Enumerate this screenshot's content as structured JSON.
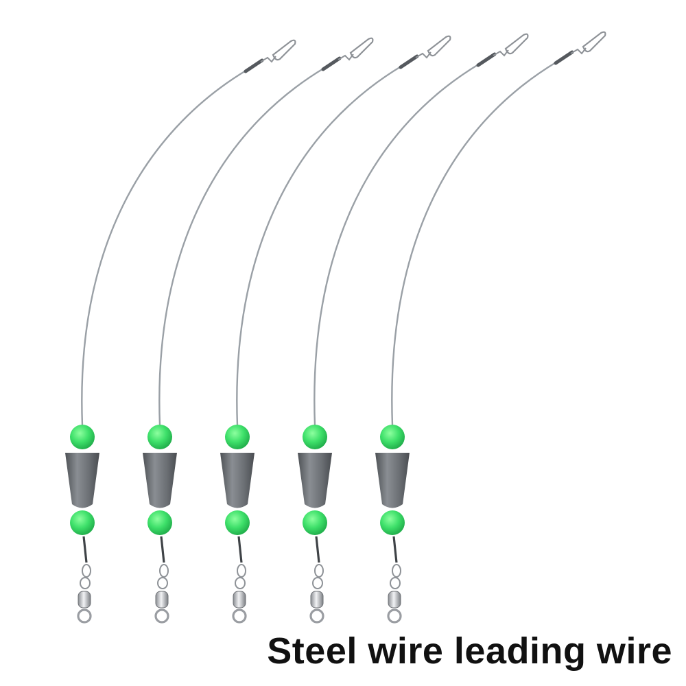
{
  "caption": "Steel wire leading wire",
  "rig_count": 5,
  "colors": {
    "background": "#ffffff",
    "wire": "#9aa0a6",
    "bead": "#3ee06a",
    "sinker": "#6b6f74",
    "swivel": "#c9ccd1",
    "caption_text": "#111111"
  },
  "icons": [
    "snap-clip-icon",
    "wire-leader",
    "glow-bead-icon",
    "cone-sinker-icon",
    "barrel-swivel-icon"
  ]
}
